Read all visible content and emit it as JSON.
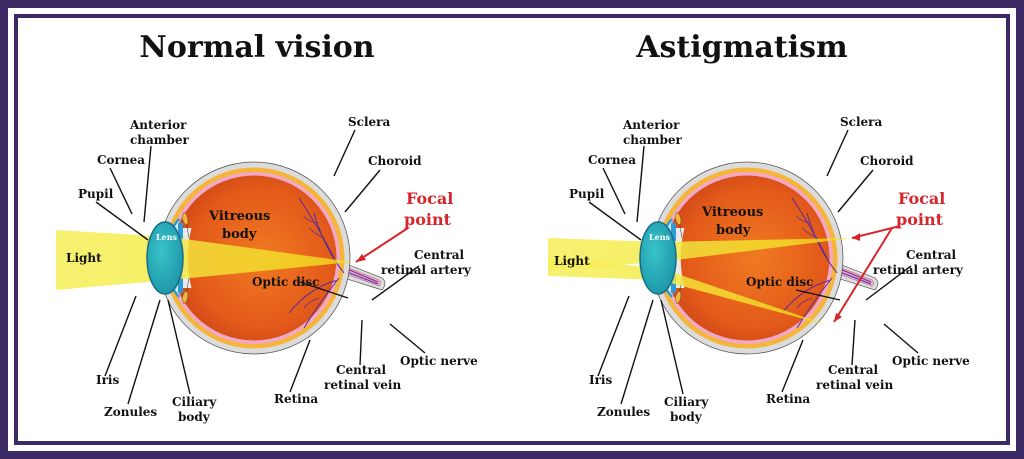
{
  "colors": {
    "frame": "#3b2a63",
    "sclera": "#dcdcdc",
    "choroid": "#f4b53a",
    "vitreous": "#e8641e",
    "retina": "#f2a8c8",
    "light": "#f3ec2a",
    "iris": "#2f9bd6",
    "focal": "#d7262b"
  },
  "panels": [
    {
      "title": "Normal vision",
      "labels": {
        "anterior_chamber": [
          "Anterior",
          "chamber"
        ],
        "cornea": "Cornea",
        "pupil": "Pupil",
        "sclera": "Sclera",
        "choroid": "Choroid",
        "focal_point": [
          "Focal",
          "point"
        ],
        "vitreous_body": [
          "Vitreous",
          "body"
        ],
        "lens": "Lens",
        "light": "Light",
        "optic_disc": "Optic disc",
        "central_retinal_artery": [
          "Central",
          "retinal artery"
        ],
        "optic_nerve": "Optic nerve",
        "central_retinal_vein": [
          "Central",
          "retinal vein"
        ],
        "retina": "Retina",
        "iris": "Iris",
        "zonules": "Zonules",
        "ciliary_body": [
          "Ciliary",
          "body"
        ]
      }
    },
    {
      "title": "Astigmatism",
      "labels": {
        "anterior_chamber": [
          "Anterior",
          "chamber"
        ],
        "cornea": "Cornea",
        "pupil": "Pupil",
        "sclera": "Sclera",
        "choroid": "Choroid",
        "focal_point": [
          "Focal",
          "point"
        ],
        "vitreous_body": [
          "Vitreous",
          "body"
        ],
        "lens": "Lens",
        "light": "Light",
        "optic_disc": "Optic disc",
        "central_retinal_artery": [
          "Central",
          "retinal artery"
        ],
        "optic_nerve": "Optic nerve",
        "central_retinal_vein": [
          "Central",
          "retinal vein"
        ],
        "retina": "Retina",
        "iris": "Iris",
        "zonules": "Zonules",
        "ciliary_body": [
          "Ciliary",
          "body"
        ]
      }
    }
  ]
}
